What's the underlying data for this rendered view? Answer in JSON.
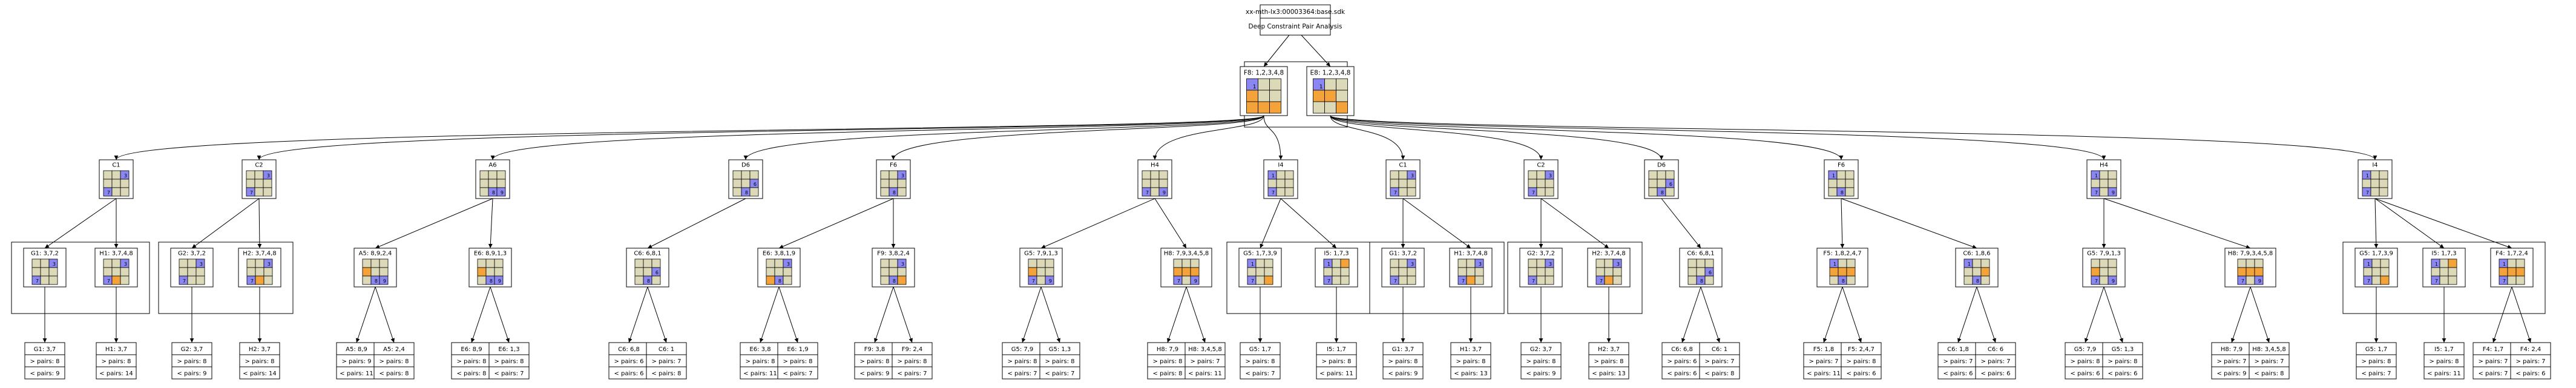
{
  "header": {
    "line1": "xx-mth-lx3:00003364:base.sdk",
    "line2": "Deep Constraint Pair Analysis"
  },
  "colors": {
    "cell": "#dcd9b9",
    "orange": "#f4a33a",
    "blue": "#8a86f2",
    "grey": "#bdbdbd",
    "line": "#000000",
    "paper": "#ffffff"
  },
  "root": [
    {
      "label": "F8: 1,2,3,4,8",
      "grid": [
        "bgg",
        "ogg",
        "ooo"
      ],
      "cellLabels": [
        [
          0,
          0,
          "1"
        ]
      ]
    },
    {
      "label": "E8: 1,2,3,4,8",
      "grid": [
        "bgg",
        "oog",
        "ggo"
      ],
      "cellLabels": [
        [
          0,
          0,
          "1"
        ]
      ]
    }
  ],
  "level1": [
    {
      "label": "C1",
      "grid": [
        "ggb",
        "ggg",
        "bgg"
      ],
      "cellLabels": [
        [
          0,
          2,
          "3"
        ],
        [
          2,
          0,
          "7"
        ]
      ]
    },
    {
      "label": "C2",
      "grid": [
        "ggb",
        "ggg",
        "bgg"
      ],
      "cellLabels": [
        [
          0,
          2,
          "3"
        ],
        [
          2,
          0,
          "7"
        ]
      ]
    },
    {
      "label": "A6",
      "grid": [
        "ggg",
        "ggg",
        "gbb"
      ],
      "cellLabels": [
        [
          2,
          1,
          "8"
        ],
        [
          2,
          2,
          "9"
        ]
      ]
    },
    {
      "label": "D6",
      "grid": [
        "ggg",
        "ggb",
        "gbg"
      ],
      "cellLabels": [
        [
          1,
          2,
          "6"
        ],
        [
          2,
          1,
          "8"
        ]
      ]
    },
    {
      "label": "F6",
      "grid": [
        "ggb",
        "ggg",
        "gbg"
      ],
      "cellLabels": [
        [
          0,
          2,
          "3"
        ],
        [
          2,
          1,
          "8"
        ]
      ]
    },
    {
      "label": "H4",
      "grid": [
        "ggg",
        "ggg",
        "bgb"
      ],
      "cellLabels": [
        [
          2,
          0,
          "7"
        ],
        [
          2,
          2,
          "9"
        ]
      ]
    },
    {
      "label": "I4",
      "grid": [
        "bgg",
        "ggg",
        "bgg"
      ],
      "cellLabels": [
        [
          0,
          0,
          "1"
        ],
        [
          2,
          0,
          "7"
        ]
      ]
    },
    {
      "label": "C1",
      "grid": [
        "ggb",
        "ggg",
        "bgg"
      ],
      "cellLabels": [
        [
          0,
          2,
          "3"
        ],
        [
          2,
          0,
          "7"
        ]
      ]
    },
    {
      "label": "C2",
      "grid": [
        "ggb",
        "ggg",
        "bgg"
      ],
      "cellLabels": [
        [
          0,
          2,
          "3"
        ],
        [
          2,
          0,
          "7"
        ]
      ]
    },
    {
      "label": "D6",
      "grid": [
        "ggg",
        "ggb",
        "gbg"
      ],
      "cellLabels": [
        [
          1,
          2,
          "6"
        ],
        [
          2,
          1,
          "8"
        ]
      ]
    },
    {
      "label": "F6",
      "grid": [
        "bgg",
        "ggg",
        "gbg"
      ],
      "cellLabels": [
        [
          0,
          0,
          "1"
        ],
        [
          2,
          1,
          "8"
        ]
      ]
    },
    {
      "label": "H4",
      "grid": [
        "bgg",
        "ggg",
        "bgb"
      ],
      "cellLabels": [
        [
          0,
          0,
          "1"
        ],
        [
          2,
          0,
          "7"
        ],
        [
          2,
          2,
          "9"
        ]
      ]
    },
    {
      "label": "I4",
      "grid": [
        "bgg",
        "ggg",
        "bgg"
      ],
      "cellLabels": [
        [
          0,
          0,
          "1"
        ],
        [
          2,
          0,
          "7"
        ]
      ]
    }
  ],
  "level2": [
    {
      "label": "G1: 3,7,2",
      "grid": [
        "ggb",
        "ggg",
        "bgg"
      ],
      "cellLabels": [
        [
          0,
          2,
          "3"
        ],
        [
          2,
          0,
          "7"
        ]
      ],
      "parent": 0
    },
    {
      "label": "H1: 3,7,4,8",
      "grid": [
        "ggb",
        "ggg",
        "bog"
      ],
      "cellLabels": [
        [
          0,
          2,
          "3"
        ],
        [
          2,
          0,
          "7"
        ]
      ],
      "parent": 0
    },
    {
      "label": "G2: 3,7,2",
      "grid": [
        "ggb",
        "ggg",
        "bgg"
      ],
      "cellLabels": [
        [
          0,
          2,
          "3"
        ],
        [
          2,
          0,
          "7"
        ]
      ],
      "parent": 1
    },
    {
      "label": "H2: 3,7,4,8",
      "grid": [
        "ggb",
        "ggg",
        "bog"
      ],
      "cellLabels": [
        [
          0,
          2,
          "3"
        ],
        [
          2,
          0,
          "7"
        ]
      ],
      "parent": 1
    },
    {
      "label": "A5: 8,9,2,4",
      "grid": [
        "ggg",
        "ogg",
        "gbb"
      ],
      "cellLabels": [
        [
          2,
          1,
          "8"
        ],
        [
          2,
          2,
          "9"
        ]
      ],
      "parent": 2
    },
    {
      "label": "E6: 8,9,1,3",
      "grid": [
        "ggg",
        "ogg",
        "gbb"
      ],
      "cellLabels": [
        [
          2,
          1,
          "8"
        ],
        [
          2,
          2,
          "9"
        ]
      ],
      "parent": 2
    },
    {
      "label": "C6: 6,8,1",
      "grid": [
        "ggg",
        "ggb",
        "gbg"
      ],
      "cellLabels": [
        [
          1,
          2,
          "6"
        ],
        [
          2,
          1,
          "8"
        ]
      ],
      "parent": 3
    },
    {
      "label": "E6: 3,8,1,9",
      "grid": [
        "ggb",
        "ggg",
        "obg"
      ],
      "cellLabels": [
        [
          0,
          2,
          "3"
        ],
        [
          2,
          1,
          "8"
        ]
      ],
      "parent": 4
    },
    {
      "label": "F9: 3,8,2,4",
      "grid": [
        "ggb",
        "ggg",
        "gbo"
      ],
      "cellLabels": [
        [
          0,
          2,
          "3"
        ],
        [
          2,
          1,
          "8"
        ]
      ],
      "parent": 4
    },
    {
      "label": "G5: 7,9,1,3",
      "grid": [
        "ggg",
        "ogg",
        "bgb"
      ],
      "cellLabels": [
        [
          2,
          0,
          "7"
        ],
        [
          2,
          2,
          "9"
        ]
      ],
      "parent": 5
    },
    {
      "label": "H8: 7,9,3,4,5,8",
      "grid": [
        "ggg",
        "ooo",
        "bgb"
      ],
      "cellLabels": [
        [
          2,
          0,
          "7"
        ],
        [
          2,
          2,
          "9"
        ]
      ],
      "parent": 5
    },
    {
      "label": "G5: 1,7,3,9",
      "grid": [
        "bgg",
        "ggg",
        "bgo"
      ],
      "cellLabels": [
        [
          0,
          0,
          "1"
        ],
        [
          2,
          0,
          "7"
        ]
      ],
      "parent": 6
    },
    {
      "label": "I5: 1,7,3",
      "grid": [
        "bgo",
        "ggg",
        "bgg"
      ],
      "cellLabels": [
        [
          0,
          0,
          "1"
        ],
        [
          2,
          0,
          "7"
        ]
      ],
      "parent": 6
    },
    {
      "label": "G1: 3,7,2",
      "grid": [
        "ggb",
        "ggg",
        "bgg"
      ],
      "cellLabels": [
        [
          0,
          2,
          "3"
        ],
        [
          2,
          0,
          "7"
        ]
      ],
      "parent": 7
    },
    {
      "label": "H1: 3,7,4,8",
      "grid": [
        "ggb",
        "ggg",
        "bog"
      ],
      "cellLabels": [
        [
          0,
          2,
          "3"
        ],
        [
          2,
          0,
          "7"
        ]
      ],
      "parent": 7
    },
    {
      "label": "G2: 3,7,2",
      "grid": [
        "ggb",
        "ggg",
        "bgg"
      ],
      "cellLabels": [
        [
          0,
          2,
          "3"
        ],
        [
          2,
          0,
          "7"
        ]
      ],
      "parent": 8
    },
    {
      "label": "H2: 3,7,4,8",
      "grid": [
        "ggb",
        "ggg",
        "bog"
      ],
      "cellLabels": [
        [
          0,
          2,
          "3"
        ],
        [
          2,
          0,
          "7"
        ]
      ],
      "parent": 8
    },
    {
      "label": "C6: 6,8,1",
      "grid": [
        "ggg",
        "ggb",
        "gbg"
      ],
      "cellLabels": [
        [
          1,
          2,
          "6"
        ],
        [
          2,
          1,
          "8"
        ]
      ],
      "parent": 9
    },
    {
      "label": "F5: 1,8,2,4,7",
      "grid": [
        "bgg",
        "ooo",
        "gbg"
      ],
      "cellLabels": [
        [
          0,
          0,
          "1"
        ],
        [
          2,
          1,
          "8"
        ]
      ],
      "parent": 10
    },
    {
      "label": "C6: 1,8,6",
      "grid": [
        "bgg",
        "ggo",
        "gbg"
      ],
      "cellLabels": [
        [
          0,
          0,
          "1"
        ],
        [
          2,
          1,
          "8"
        ]
      ],
      "parent": 10
    },
    {
      "label": "G5: 7,9,1,3",
      "grid": [
        "ggg",
        "ogg",
        "bgb"
      ],
      "cellLabels": [
        [
          2,
          0,
          "7"
        ],
        [
          2,
          2,
          "9"
        ]
      ],
      "parent": 11
    },
    {
      "label": "H8: 7,9,3,4,5,8",
      "grid": [
        "ggg",
        "ooo",
        "bgb"
      ],
      "cellLabels": [
        [
          2,
          0,
          "7"
        ],
        [
          2,
          2,
          "9"
        ]
      ],
      "parent": 11
    },
    {
      "label": "G5: 1,7,3,9",
      "grid": [
        "bgg",
        "ggg",
        "bgo"
      ],
      "cellLabels": [
        [
          0,
          0,
          "1"
        ],
        [
          2,
          0,
          "7"
        ]
      ],
      "parent": 12
    },
    {
      "label": "I5: 1,7,3",
      "grid": [
        "bgo",
        "ggg",
        "bgg"
      ],
      "cellLabels": [
        [
          0,
          0,
          "1"
        ],
        [
          2,
          0,
          "7"
        ]
      ],
      "parent": 12
    },
    {
      "label": "F4: 1,7,2,4",
      "grid": [
        "bgg",
        "ooo",
        "bgg"
      ],
      "cellLabels": [
        [
          0,
          0,
          "1"
        ],
        [
          2,
          0,
          "7"
        ]
      ],
      "parent": 12
    }
  ],
  "groups": [
    [
      0,
      1
    ],
    [
      2,
      3
    ],
    [
      11,
      12
    ],
    [
      13,
      14
    ],
    [
      15,
      16
    ],
    [
      22,
      23,
      24
    ]
  ],
  "leaves": [
    {
      "pair": "G1: 3,7",
      "gt": "> pairs: 8",
      "lt": "< pairs: 9",
      "parent": 0
    },
    {
      "pair": "H1: 3,7",
      "gt": "> pairs: 8",
      "lt": "< pairs: 14",
      "parent": 1
    },
    {
      "pair": "G2: 3,7",
      "gt": "> pairs: 8",
      "lt": "< pairs: 9",
      "parent": 2
    },
    {
      "pair": "H2: 3,7",
      "gt": "> pairs: 8",
      "lt": "< pairs: 14",
      "parent": 3
    },
    {
      "pair": "A5: 8,9",
      "gt": "> pairs: 9",
      "lt": "< pairs: 11",
      "parent": 4
    },
    {
      "pair": "A5: 2,4",
      "gt": "> pairs: 8",
      "lt": "< pairs: 8",
      "parent": 4
    },
    {
      "pair": "E6: 8,9",
      "gt": "> pairs: 8",
      "lt": "< pairs: 8",
      "parent": 5
    },
    {
      "pair": "E6: 1,3",
      "gt": "> pairs: 8",
      "lt": "< pairs: 7",
      "parent": 5
    },
    {
      "pair": "C6: 6,8",
      "gt": "> pairs: 6",
      "lt": "< pairs: 6",
      "parent": 6
    },
    {
      "pair": "C6: 1",
      "gt": "> pairs: 7",
      "lt": "< pairs: 8",
      "parent": 6
    },
    {
      "pair": "E6: 3,8",
      "gt": "> pairs: 8",
      "lt": "< pairs: 11",
      "parent": 7
    },
    {
      "pair": "E6: 1,9",
      "gt": "> pairs: 8",
      "lt": "< pairs: 7",
      "parent": 7
    },
    {
      "pair": "F9: 3,8",
      "gt": "> pairs: 8",
      "lt": "< pairs: 9",
      "parent": 8
    },
    {
      "pair": "F9: 2,4",
      "gt": "> pairs: 8",
      "lt": "< pairs: 7",
      "parent": 8
    },
    {
      "pair": "G5: 7,9",
      "gt": "> pairs: 8",
      "lt": "< pairs: 7",
      "parent": 9
    },
    {
      "pair": "G5: 1,3",
      "gt": "> pairs: 8",
      "lt": "< pairs: 7",
      "parent": 9
    },
    {
      "pair": "H8: 7,9",
      "gt": "> pairs: 8",
      "lt": "< pairs: 8",
      "parent": 10
    },
    {
      "pair": "H8: 3,4,5,8",
      "gt": "> pairs: 7",
      "lt": "< pairs: 11",
      "parent": 10
    },
    {
      "pair": "G5: 1,7",
      "gt": "> pairs: 8",
      "lt": "< pairs: 7",
      "parent": 11
    },
    {
      "pair": "I5: 1,7",
      "gt": "> pairs: 8",
      "lt": "< pairs: 11",
      "parent": 12
    },
    {
      "pair": "G1: 3,7",
      "gt": "> pairs: 8",
      "lt": "< pairs: 9",
      "parent": 13
    },
    {
      "pair": "H1: 3,7",
      "gt": "> pairs: 8",
      "lt": "< pairs: 13",
      "parent": 14
    },
    {
      "pair": "G2: 3,7",
      "gt": "> pairs: 8",
      "lt": "< pairs: 9",
      "parent": 15
    },
    {
      "pair": "H2: 3,7",
      "gt": "> pairs: 8",
      "lt": "< pairs: 13",
      "parent": 16
    },
    {
      "pair": "C6: 6,8",
      "gt": "> pairs: 6",
      "lt": "< pairs: 6",
      "parent": 17
    },
    {
      "pair": "C6: 1",
      "gt": "> pairs: 7",
      "lt": "< pairs: 8",
      "parent": 17
    },
    {
      "pair": "F5: 1,8",
      "gt": "> pairs: 7",
      "lt": "< pairs: 11",
      "parent": 18
    },
    {
      "pair": "F5: 2,4,7",
      "gt": "> pairs: 8",
      "lt": "< pairs: 6",
      "parent": 18
    },
    {
      "pair": "C6: 1,8",
      "gt": "> pairs: 7",
      "lt": "< pairs: 6",
      "parent": 19
    },
    {
      "pair": "C6: 6",
      "gt": "> pairs: 7",
      "lt": "< pairs: 6",
      "parent": 19
    },
    {
      "pair": "G5: 7,9",
      "gt": "> pairs: 8",
      "lt": "< pairs: 6",
      "parent": 20
    },
    {
      "pair": "G5: 1,3",
      "gt": "> pairs: 8",
      "lt": "< pairs: 6",
      "parent": 20
    },
    {
      "pair": "H8: 7,9",
      "gt": "> pairs: 7",
      "lt": "< pairs: 9",
      "parent": 21
    },
    {
      "pair": "H8: 3,4,5,8",
      "gt": "> pairs: 7",
      "lt": "< pairs: 8",
      "parent": 21
    },
    {
      "pair": "G5: 1,7",
      "gt": "> pairs: 8",
      "lt": "< pairs: 7",
      "parent": 22
    },
    {
      "pair": "I5: 1,7",
      "gt": "> pairs: 8",
      "lt": "< pairs: 11",
      "parent": 23
    },
    {
      "pair": "F4: 1,7",
      "gt": "> pairs: 7",
      "lt": "< pairs: 7",
      "parent": 24
    },
    {
      "pair": "F4: 2,4",
      "gt": "> pairs: 7",
      "lt": "< pairs: 6",
      "parent": 24
    }
  ]
}
